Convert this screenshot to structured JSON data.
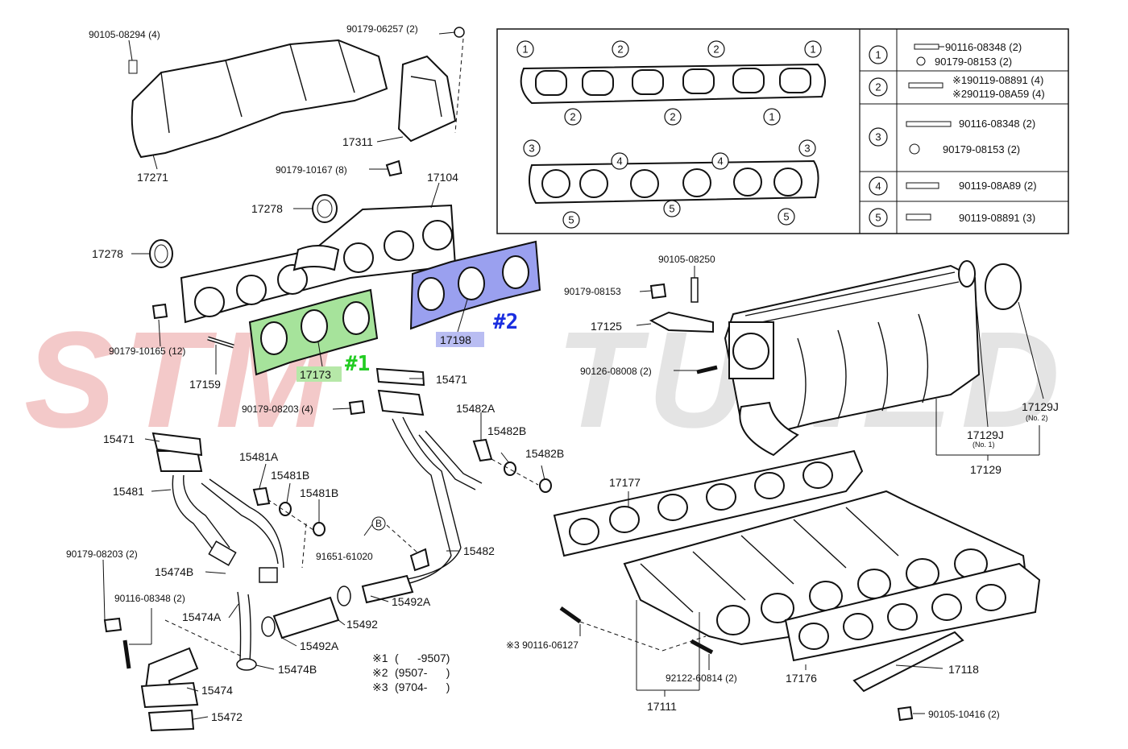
{
  "watermark": {
    "left_text": "STM",
    "right_text": "TUNED",
    "left_color": "#f3c9c9",
    "right_color": "#e4e4e4"
  },
  "colors": {
    "gasket1": "#a6e39b",
    "gasket2": "#9aa0ef",
    "callout1": "#22cc22",
    "callout2": "#1a2ee0",
    "label1_bg": "#b6e8a8",
    "label2_bg": "#b9bdf2"
  },
  "callouts": {
    "one": "#1",
    "two": "#2"
  },
  "labels": {
    "p90105_08294": "90105-08294 (4)",
    "p90179_06257": "90179-06257 (2)",
    "p17271": "17271",
    "p17311": "17311",
    "p90179_10167": "90179-10167 (8)",
    "p17104": "17104",
    "p17278a": "17278",
    "p17278b": "17278",
    "p90179_10165": "90179-10165 (12)",
    "p17159": "17159",
    "p17173": "17173",
    "p17198": "17198",
    "p15471a": "15471",
    "p90179_08203a": "90179-08203 (4)",
    "p15482A": "15482A",
    "p15482B1": "15482B",
    "p15482B2": "15482B",
    "p15471b": "15471",
    "p15481A": "15481A",
    "p15481B1": "15481B",
    "p15481B2": "15481B",
    "p15481": "15481",
    "p91651": "91651-61020",
    "pB": "B",
    "p15482": "15482",
    "p90179_08203b": "90179-08203 (2)",
    "p15474B1": "15474B",
    "p15474A": "15474A",
    "p90116_08348": "90116-08348 (2)",
    "p15492A1": "15492A",
    "p15492": "15492",
    "p15492A2": "15492A",
    "p15474B2": "15474B",
    "p15474": "15474",
    "p15472": "15472",
    "p90105_08250": "90105-08250",
    "p90179_08153": "90179-08153",
    "p17125": "17125",
    "p90126_08008": "90126-08008 (2)",
    "p17129J1": "17129J",
    "p17129J1_sub": "(No. 1)",
    "p17129J2": "17129J",
    "p17129J2_sub": "(No. 2)",
    "p17129": "17129",
    "p17177": "17177",
    "p90116_06127": "※3 90116-06127",
    "p92122": "92122-60814 (2)",
    "p17176": "17176",
    "p17118": "17118",
    "p17111": "17111",
    "p90105_10416": "90105-10416 (2)"
  },
  "notes": [
    {
      "mark": "※1",
      "value": "(      -9507)"
    },
    {
      "mark": "※2",
      "value": "(9507-      )"
    },
    {
      "mark": "※3",
      "value": "(9704-      )"
    }
  ],
  "inset": {
    "top_markers": [
      "1",
      "2",
      "2",
      "1"
    ],
    "mid_markers": [
      "2",
      "2",
      "1"
    ],
    "low_top_markers": [
      "3",
      "4",
      "4",
      "3"
    ],
    "low_bottom_markers": [
      "5",
      "5",
      "5"
    ]
  },
  "legend": [
    {
      "num": "1",
      "lines": [
        "90116-08348 (2)",
        "90179-08153 (2)"
      ]
    },
    {
      "num": "2",
      "lines": [
        "※190119-08891 (4)",
        "※290119-08A59 (4)"
      ]
    },
    {
      "num": "3",
      "lines": [
        "90116-08348 (2)",
        "90179-08153 (2)"
      ]
    },
    {
      "num": "4",
      "lines": [
        "90119-08A89 (2)"
      ]
    },
    {
      "num": "5",
      "lines": [
        "90119-08891 (3)"
      ]
    }
  ]
}
